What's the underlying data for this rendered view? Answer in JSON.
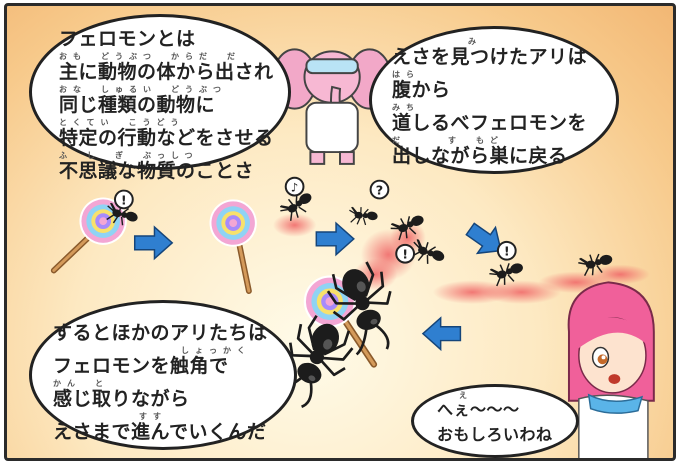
{
  "bubble1": {
    "lines": [
      "フェロモンとは",
      "主に動物の体から出され",
      "同じ種類の動物に",
      "特定の行動などをさせる",
      "不思議な物質のことさ"
    ],
    "ruby": [
      "おも　どうぶつ　からだ　だ",
      "おな　しゅるい　どうぶつ",
      "とくてい　こうどう",
      "ふ　し　ぎ　ぶっしつ"
    ]
  },
  "bubble2": {
    "lines": [
      "えさを見つけたアリは",
      "腹から",
      "道しるべフェロモンを",
      "出しながら巣に戻る"
    ],
    "ruby": [
      "み",
      "はら",
      "みち",
      "だ　　　す　もど"
    ]
  },
  "bubble3": {
    "lines": [
      "するとほかのアリたちは",
      "フェロモンを触角で",
      "感じ取りながら",
      "えさまで進んでいくんだ"
    ],
    "ruby": [
      "しょっかく",
      "かん　と",
      "すす"
    ]
  },
  "bubble4": {
    "lines": [
      "へぇ〜〜〜",
      "おもしろいわね"
    ],
    "ruby": [
      "え"
    ]
  },
  "marks": {
    "exclaim": "!",
    "question": "?",
    "note": "♪"
  },
  "colors": {
    "trail": "#f07a7a",
    "arrow": "#2f7fd0",
    "elephant": "#f2a8c8",
    "girl_hair": "#f0609a"
  }
}
